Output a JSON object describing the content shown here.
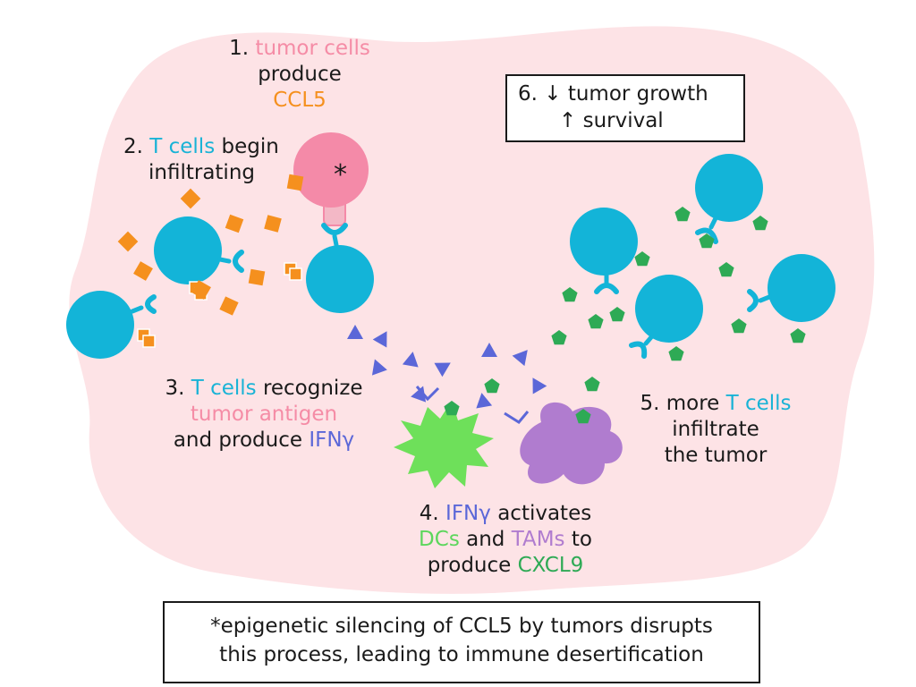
{
  "colors": {
    "background_blob": "#fde3e6",
    "tumor_cell": "#f48aa8",
    "tumor_stalk": "#f3b8c6",
    "t_cell": "#13b4d8",
    "ccl5": "#f5901e",
    "ifng": "#5b67d8",
    "dc": "#6ee05a",
    "tam": "#b07ccf",
    "cxcl9": "#2eaa55"
  },
  "icons": [
    "tumor-cell-icon",
    "t-cell-icon",
    "ccl5-square-icon",
    "ifng-triangle-icon",
    "cxcl9-pentagon-icon",
    "dendritic-cell-icon",
    "macrophage-icon"
  ],
  "step1": {
    "num": "1.",
    "a": "tumor cells",
    "b": "produce",
    "c": "CCL5"
  },
  "tumor_marker": "*",
  "step2": {
    "num": "2.",
    "a": "T cells",
    "b": "begin",
    "c": "infiltrating"
  },
  "step3": {
    "num": "3.",
    "a": "T cells",
    "b": "recognize",
    "c": "tumor antigen",
    "d": "and produce",
    "e": "IFNγ"
  },
  "step4": {
    "num": "4.",
    "a": "IFNγ",
    "b": "activates",
    "c": "DCs",
    "d": "and",
    "e": "TAMs",
    "f": "to",
    "g": "produce",
    "h": "CXCL9"
  },
  "step5": {
    "num": "5.",
    "a": "more",
    "b": "T cells",
    "c": "infiltrate",
    "d": "the tumor"
  },
  "step6": {
    "line1": "6. ↓ tumor growth",
    "line2": "↑ survival"
  },
  "note": {
    "line1": "*epigenetic silencing of CCL5 by tumors disrupts",
    "line2": "this process, leading to immune desertification"
  }
}
